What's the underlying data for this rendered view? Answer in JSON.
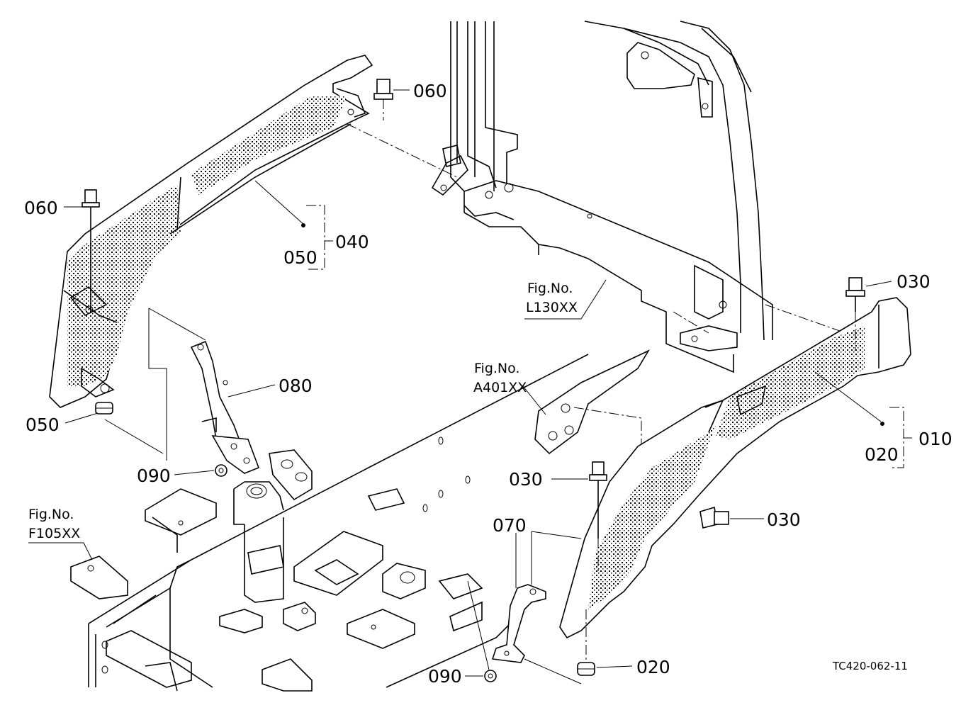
{
  "diagram_code": "TC420-062-11",
  "labels": {
    "l010": "010",
    "l020a": "020",
    "l020b": "020",
    "l030a": "030",
    "l030b": "030",
    "l030c": "030",
    "l040": "040",
    "l050a": "050",
    "l050b": "050",
    "l060a": "060",
    "l060b": "060",
    "l070": "070",
    "l080": "080",
    "l090a": "090",
    "l090b": "090"
  },
  "references": {
    "l130_title": "Fig.No.",
    "l130_code": "L130XX",
    "a401_title": "Fig.No.",
    "a401_code": "A401XX",
    "f105_title": "Fig.No.",
    "f105_code": "F105XX"
  }
}
